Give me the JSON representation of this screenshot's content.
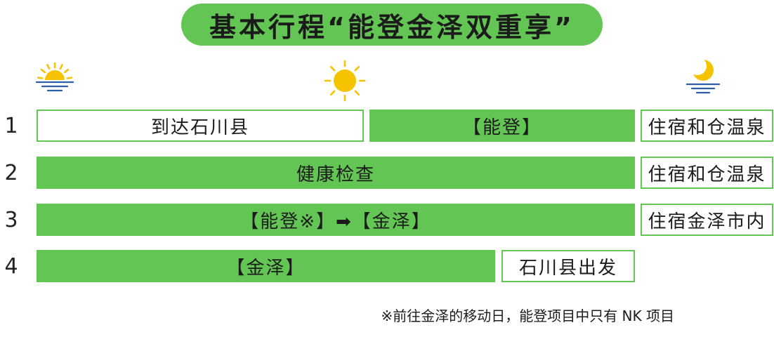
{
  "title": "基本行程“能登金泽双重享”",
  "time_icons": [
    "sunrise-icon",
    "sun-icon",
    "moon-icon"
  ],
  "colors": {
    "accent_green": "#63c553",
    "sun_yellow": "#f6c300",
    "water_blue": "#2d5ea8",
    "text": "#1b1b1b"
  },
  "days": [
    {
      "number": "1",
      "cells": [
        "到达石川县",
        "【能登】",
        "住宿和仓温泉"
      ]
    },
    {
      "number": "2",
      "cells": [
        "健康检查",
        "住宿和仓温泉"
      ]
    },
    {
      "number": "3",
      "cells": [
        "【能登※】➡【金泽】",
        "住宿金泽市内"
      ]
    },
    {
      "number": "4",
      "cells": [
        "【金泽】",
        "石川县出发"
      ]
    }
  ],
  "footnote": "※前往金泽的移动日，能登项目中只有 NK 项目"
}
